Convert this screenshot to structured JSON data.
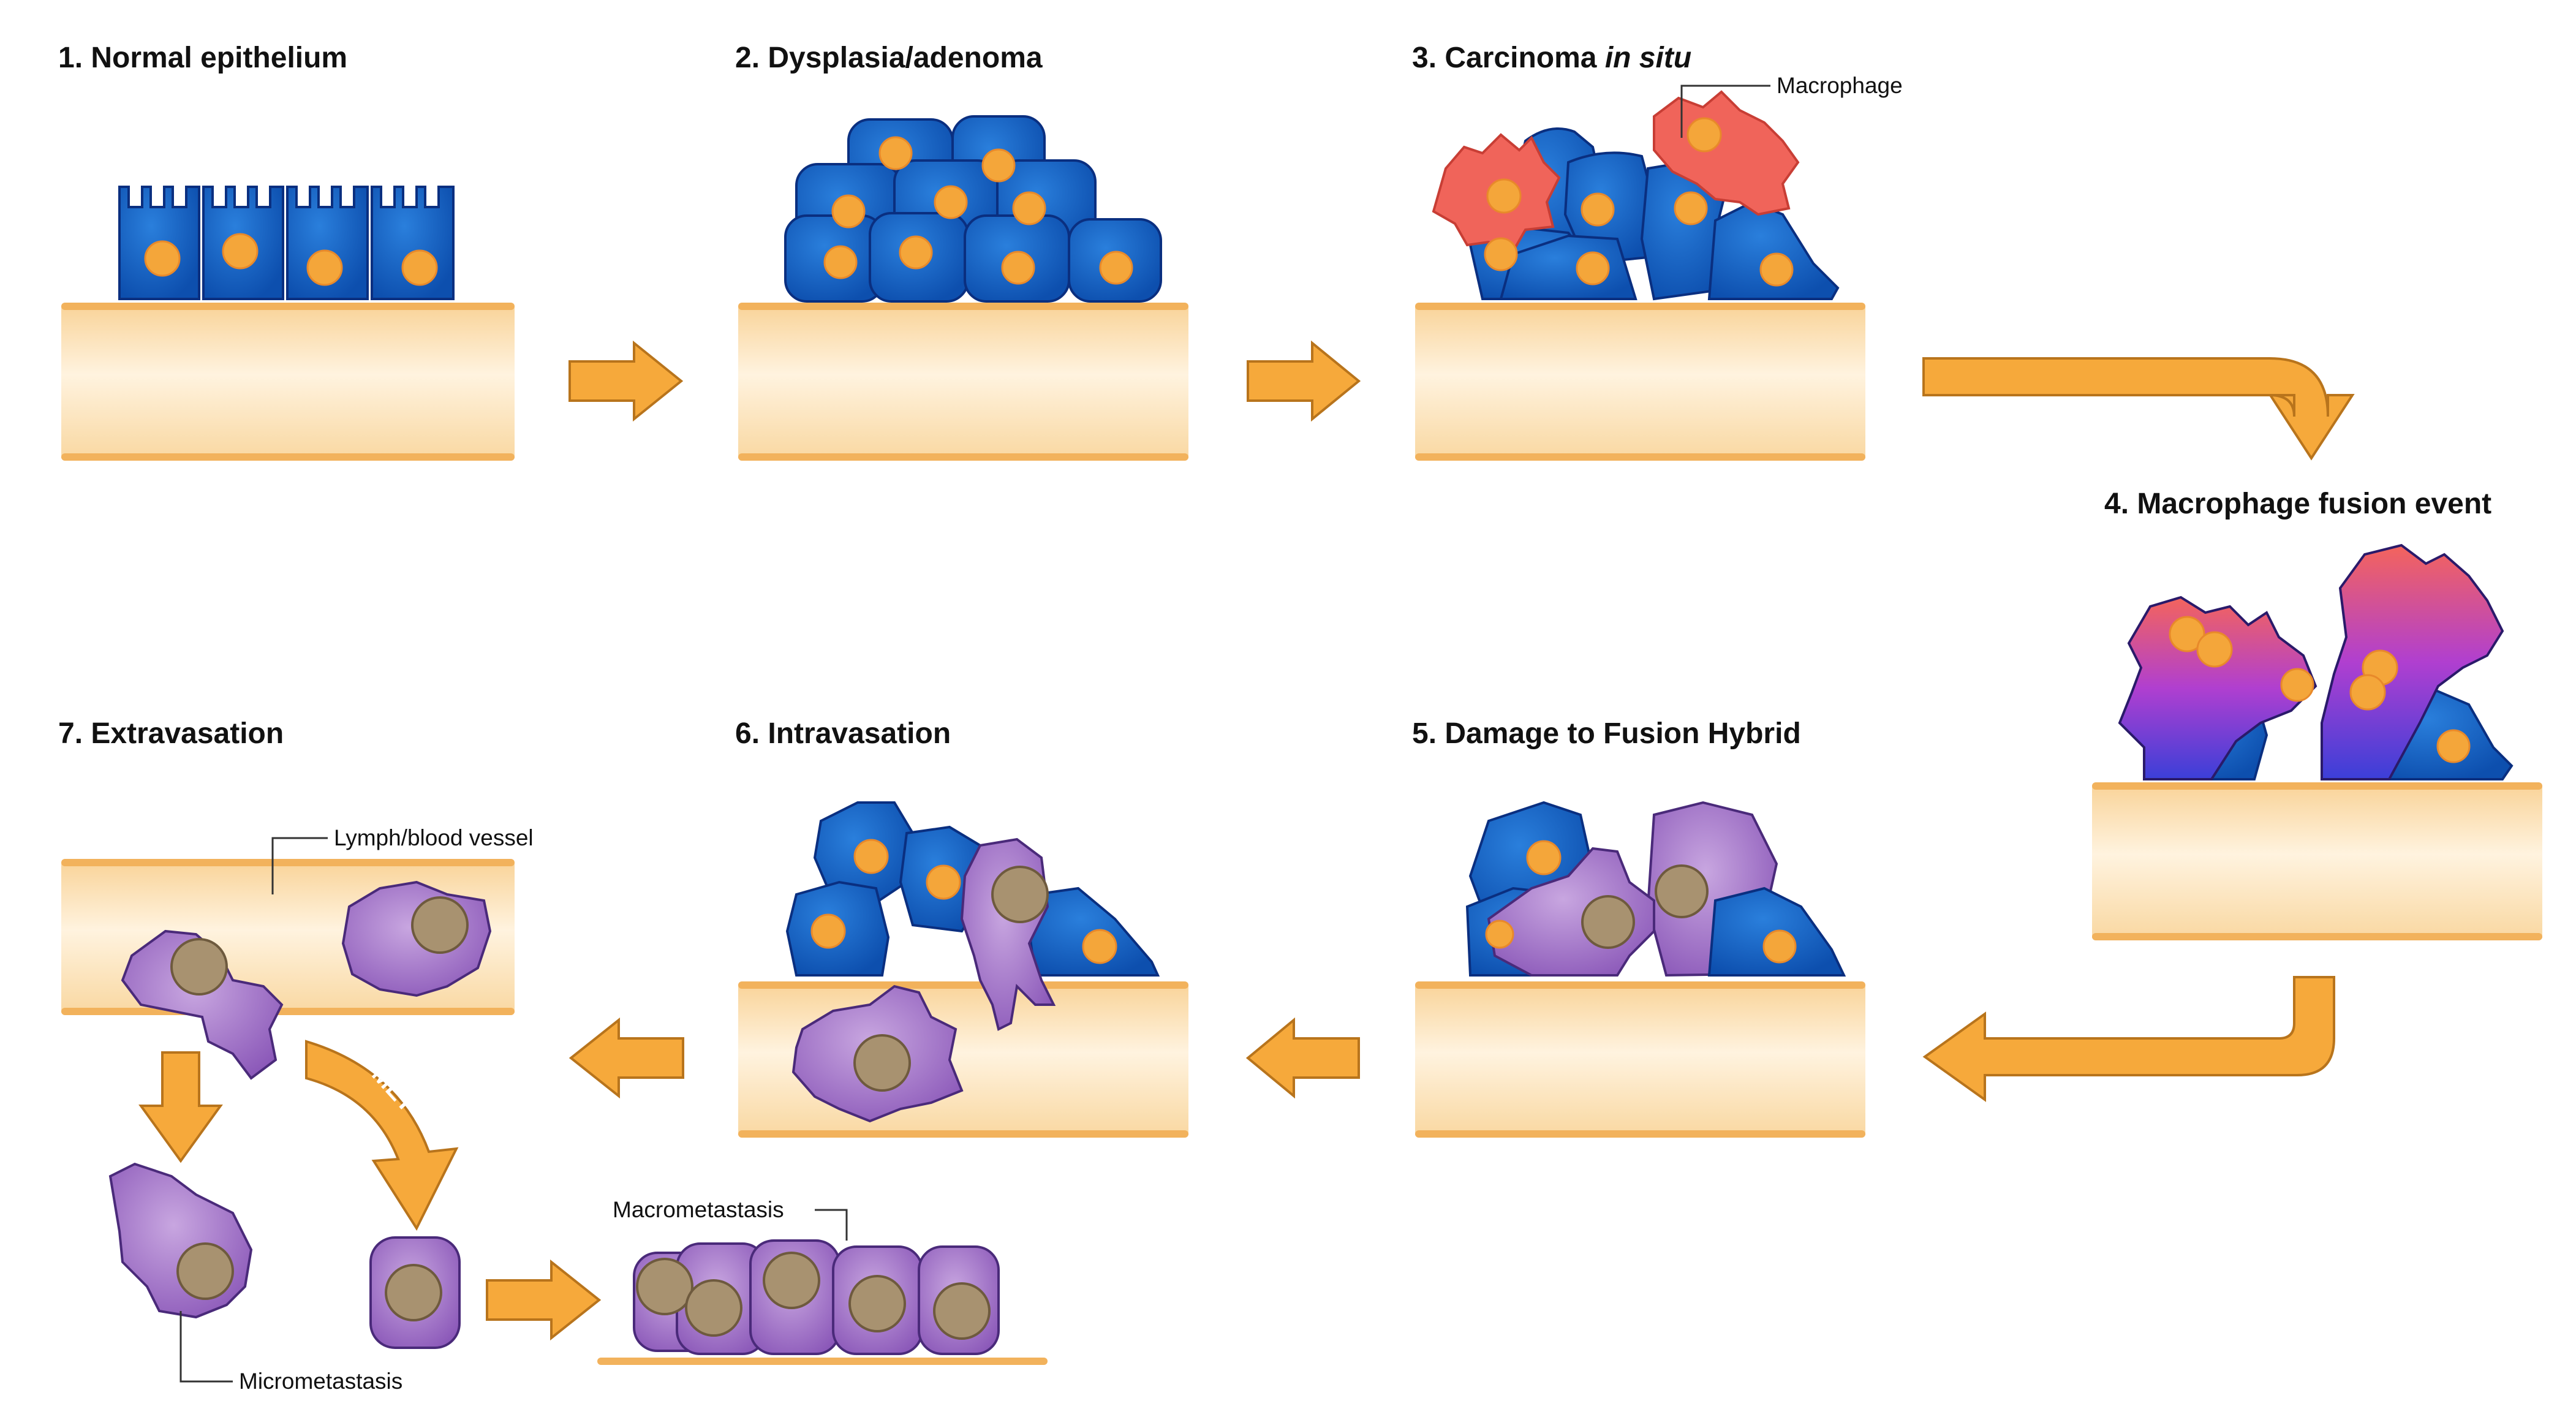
{
  "stages": [
    {
      "number": "1.",
      "label": "Normal epithelium"
    },
    {
      "number": "2.",
      "label": "Dysplasia/adenoma"
    },
    {
      "number": "3.",
      "label": "Carcinoma",
      "label_italic": "in situ"
    },
    {
      "number": "4.",
      "label": "Macrophage fusion event"
    },
    {
      "number": "5.",
      "label": "Damage to Fusion Hybrid"
    },
    {
      "number": "6.",
      "label": "Intravasation"
    },
    {
      "number": "7.",
      "label": "Extravasation"
    }
  ],
  "callouts": {
    "macrophage": "Macrophage",
    "vessel": "Lymph/blood vessel",
    "macrometastasis": "Macrometastasis",
    "micrometastasis": "Micrometastasis"
  },
  "arrow_label": "MET",
  "colors": {
    "epithelial_cell": "#1565c0",
    "macrophage": "#f0645a",
    "hybrid_cell": "#9c6fc4",
    "nucleus": "#f4a63a",
    "hybrid_nucleus": "#a89270",
    "tissue": "#fbe3b8",
    "tissue_edge": "#f2b25c",
    "arrow": "#f6a93b"
  }
}
